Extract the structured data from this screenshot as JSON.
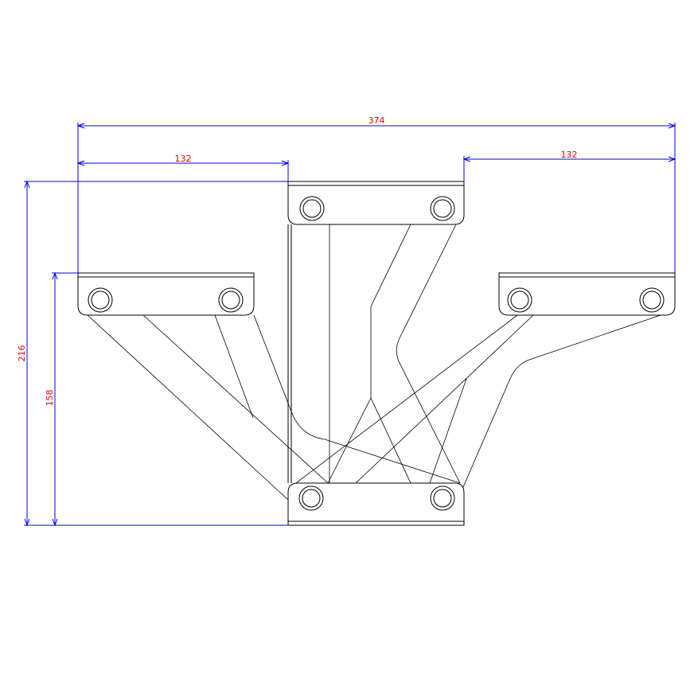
{
  "dimensions": {
    "overall_width": "374",
    "left_width": "132",
    "right_width": "132",
    "overall_height": "216",
    "side_height": "158"
  },
  "colors": {
    "dimension_line": "#0000ee",
    "dimension_text": "#ee0000",
    "part_line": "#000000"
  }
}
